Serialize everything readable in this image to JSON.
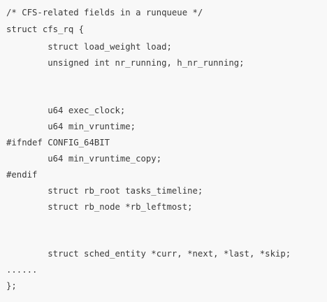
{
  "code": {
    "lines": [
      "/* CFS-related fields in a runqueue */",
      "struct cfs_rq {",
      "        struct load_weight load;",
      "        unsigned int nr_running, h_nr_running;",
      "",
      "",
      "",
      "        u64 exec_clock;",
      "        u64 min_vruntime;",
      "#ifndef CONFIG_64BIT",
      "        u64 min_vruntime_copy;",
      "#endif",
      "        struct rb_root tasks_timeline;",
      "        struct rb_node *rb_leftmost;",
      "",
      "",
      "",
      "        struct sched_entity *curr, *next, *last, *skip;",
      "......",
      "};"
    ]
  }
}
